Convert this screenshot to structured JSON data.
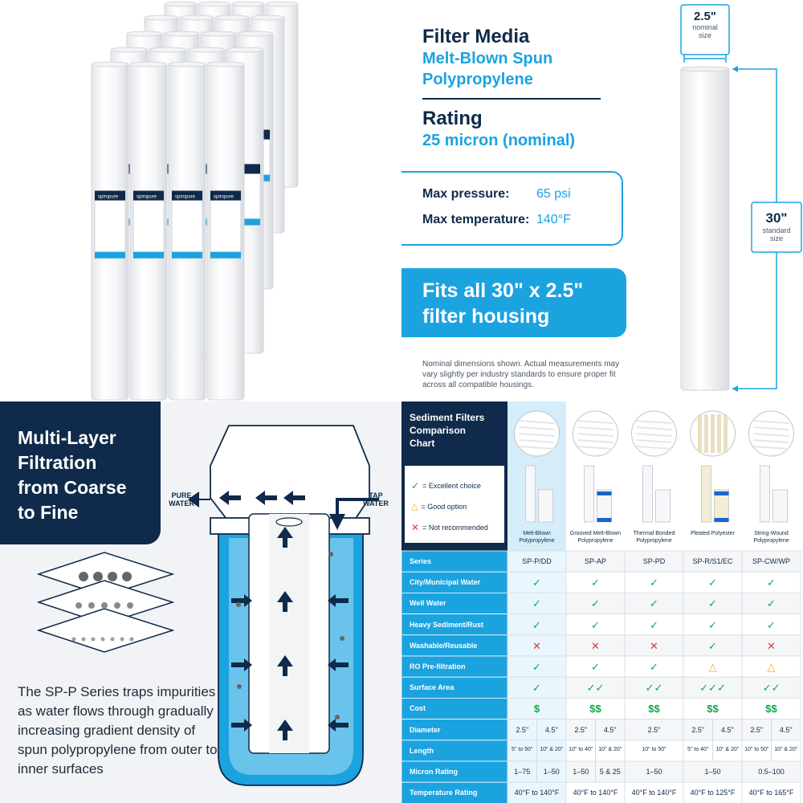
{
  "product": {
    "brand": "spiropure"
  },
  "specs": {
    "filter_media_heading": "Filter Media",
    "filter_media_value_line1": "Melt-Blown Spun",
    "filter_media_value_line2": "Polypropylene",
    "rating_heading": "Rating",
    "rating_value": "25 micron (nominal)",
    "max_pressure_label": "Max pressure:",
    "max_pressure_value": "65 psi",
    "max_temperature_label": "Max temperature:",
    "max_temperature_value": "140°F",
    "fits_line1": "Fits all 30\" x 2.5\"",
    "fits_line2": "filter housing",
    "note": "Nominal dimensions shown. Actual measurements may vary slightly per industry standards to ensure proper fit across all compatible housings.",
    "width_big": "2.5\"",
    "width_small1": "nominal",
    "width_small2": "size",
    "length_big": "30\"",
    "length_small1": "standard",
    "length_small2": "size"
  },
  "filtration": {
    "title_line1": "Multi-Layer",
    "title_line2": "Filtration",
    "title_line3": "from Coarse",
    "title_line4": "to Fine",
    "pure_water_line1": "PURE",
    "pure_water_line2": "WATER",
    "tap_water_line1": "TAP",
    "tap_water_line2": "WATER",
    "description": "The SP-P Series traps impurities as water flows through gradually increasing gradient density of spun polypropylene from outer to inner surfaces"
  },
  "comparison": {
    "title_line1": "Sediment Filters",
    "title_line2": "Comparison",
    "title_line3": "Chart",
    "legend": [
      {
        "icon": "check-icon",
        "text": "= Excellent choice"
      },
      {
        "icon": "triangle-icon",
        "text": "= Good option"
      },
      {
        "icon": "cross-icon",
        "text": "= Not recommended"
      }
    ],
    "columns": [
      {
        "name_line1": "Melt-Blown",
        "name_line2": "Polypropylene"
      },
      {
        "name_line1": "Grooved Melt-Blown",
        "name_line2": "Polypropylene"
      },
      {
        "name_line1": "Thermal Bonded",
        "name_line2": "Polypropylene"
      },
      {
        "name_line1": "Pleated Polyester",
        "name_line2": ""
      },
      {
        "name_line1": "String-Wound",
        "name_line2": "Polypropylene"
      }
    ],
    "rows": {
      "series": {
        "label": "Series",
        "values": [
          "SP-P/DD",
          "SP-AP",
          "SP-PD",
          "SP-R/S1/EC",
          "SP-CW/WP"
        ]
      },
      "city": {
        "label": "City/Municipal Water",
        "values": [
          "check",
          "check",
          "check",
          "check",
          "check"
        ]
      },
      "well": {
        "label": "Well Water",
        "values": [
          "check",
          "check",
          "check",
          "check",
          "check"
        ]
      },
      "heavy": {
        "label": "Heavy Sediment/Rust",
        "values": [
          "check",
          "check",
          "check",
          "check",
          "check"
        ]
      },
      "washable": {
        "label": "Washable/Reusable",
        "values": [
          "cross",
          "cross",
          "cross",
          "check",
          "cross"
        ]
      },
      "ro": {
        "label": "RO Pre-filtration",
        "values": [
          "check",
          "check",
          "check",
          "triangle",
          "triangle"
        ]
      },
      "surface": {
        "label": "Surface Area",
        "values": [
          "✓",
          "✓✓",
          "✓✓",
          "✓✓✓",
          "✓✓"
        ]
      },
      "cost": {
        "label": "Cost",
        "values": [
          "$",
          "$$",
          "$$",
          "$$",
          "$$"
        ]
      },
      "diameter": {
        "label": "Diameter",
        "values": [
          "2.5\"",
          "4.5\"",
          "2.5\"",
          "4.5\"",
          "2.5\"",
          "2.5\"",
          "4.5\"",
          "2.5\"",
          "4.5\""
        ]
      },
      "length": {
        "label": "Length",
        "values": [
          "5\" to 50\"",
          "10\" & 20\"",
          "10\" to 40\"",
          "10\" & 20\"",
          "10\" to 50\"",
          "5\" to 40\"",
          "10\" & 20\"",
          "10\" to 50\"",
          "10\" & 20\""
        ]
      },
      "micron": {
        "label": "Micron Rating",
        "values": [
          "1–75",
          "1–50",
          "1–50",
          "5 & 25",
          "1–50",
          "1–50",
          "0.5–100"
        ]
      },
      "temp": {
        "label": "Temperature Rating",
        "values": [
          "40°F to 140°F",
          "40°F to 140°F",
          "40°F to 140°F",
          "40°F to 125°F",
          "40°F to 165°F"
        ]
      }
    }
  },
  "colors": {
    "navy": "#0f2a4a",
    "accent": "#1ba3e0",
    "check": "#17a34a",
    "cross": "#d63a3a",
    "triangle": "#e8b200"
  }
}
